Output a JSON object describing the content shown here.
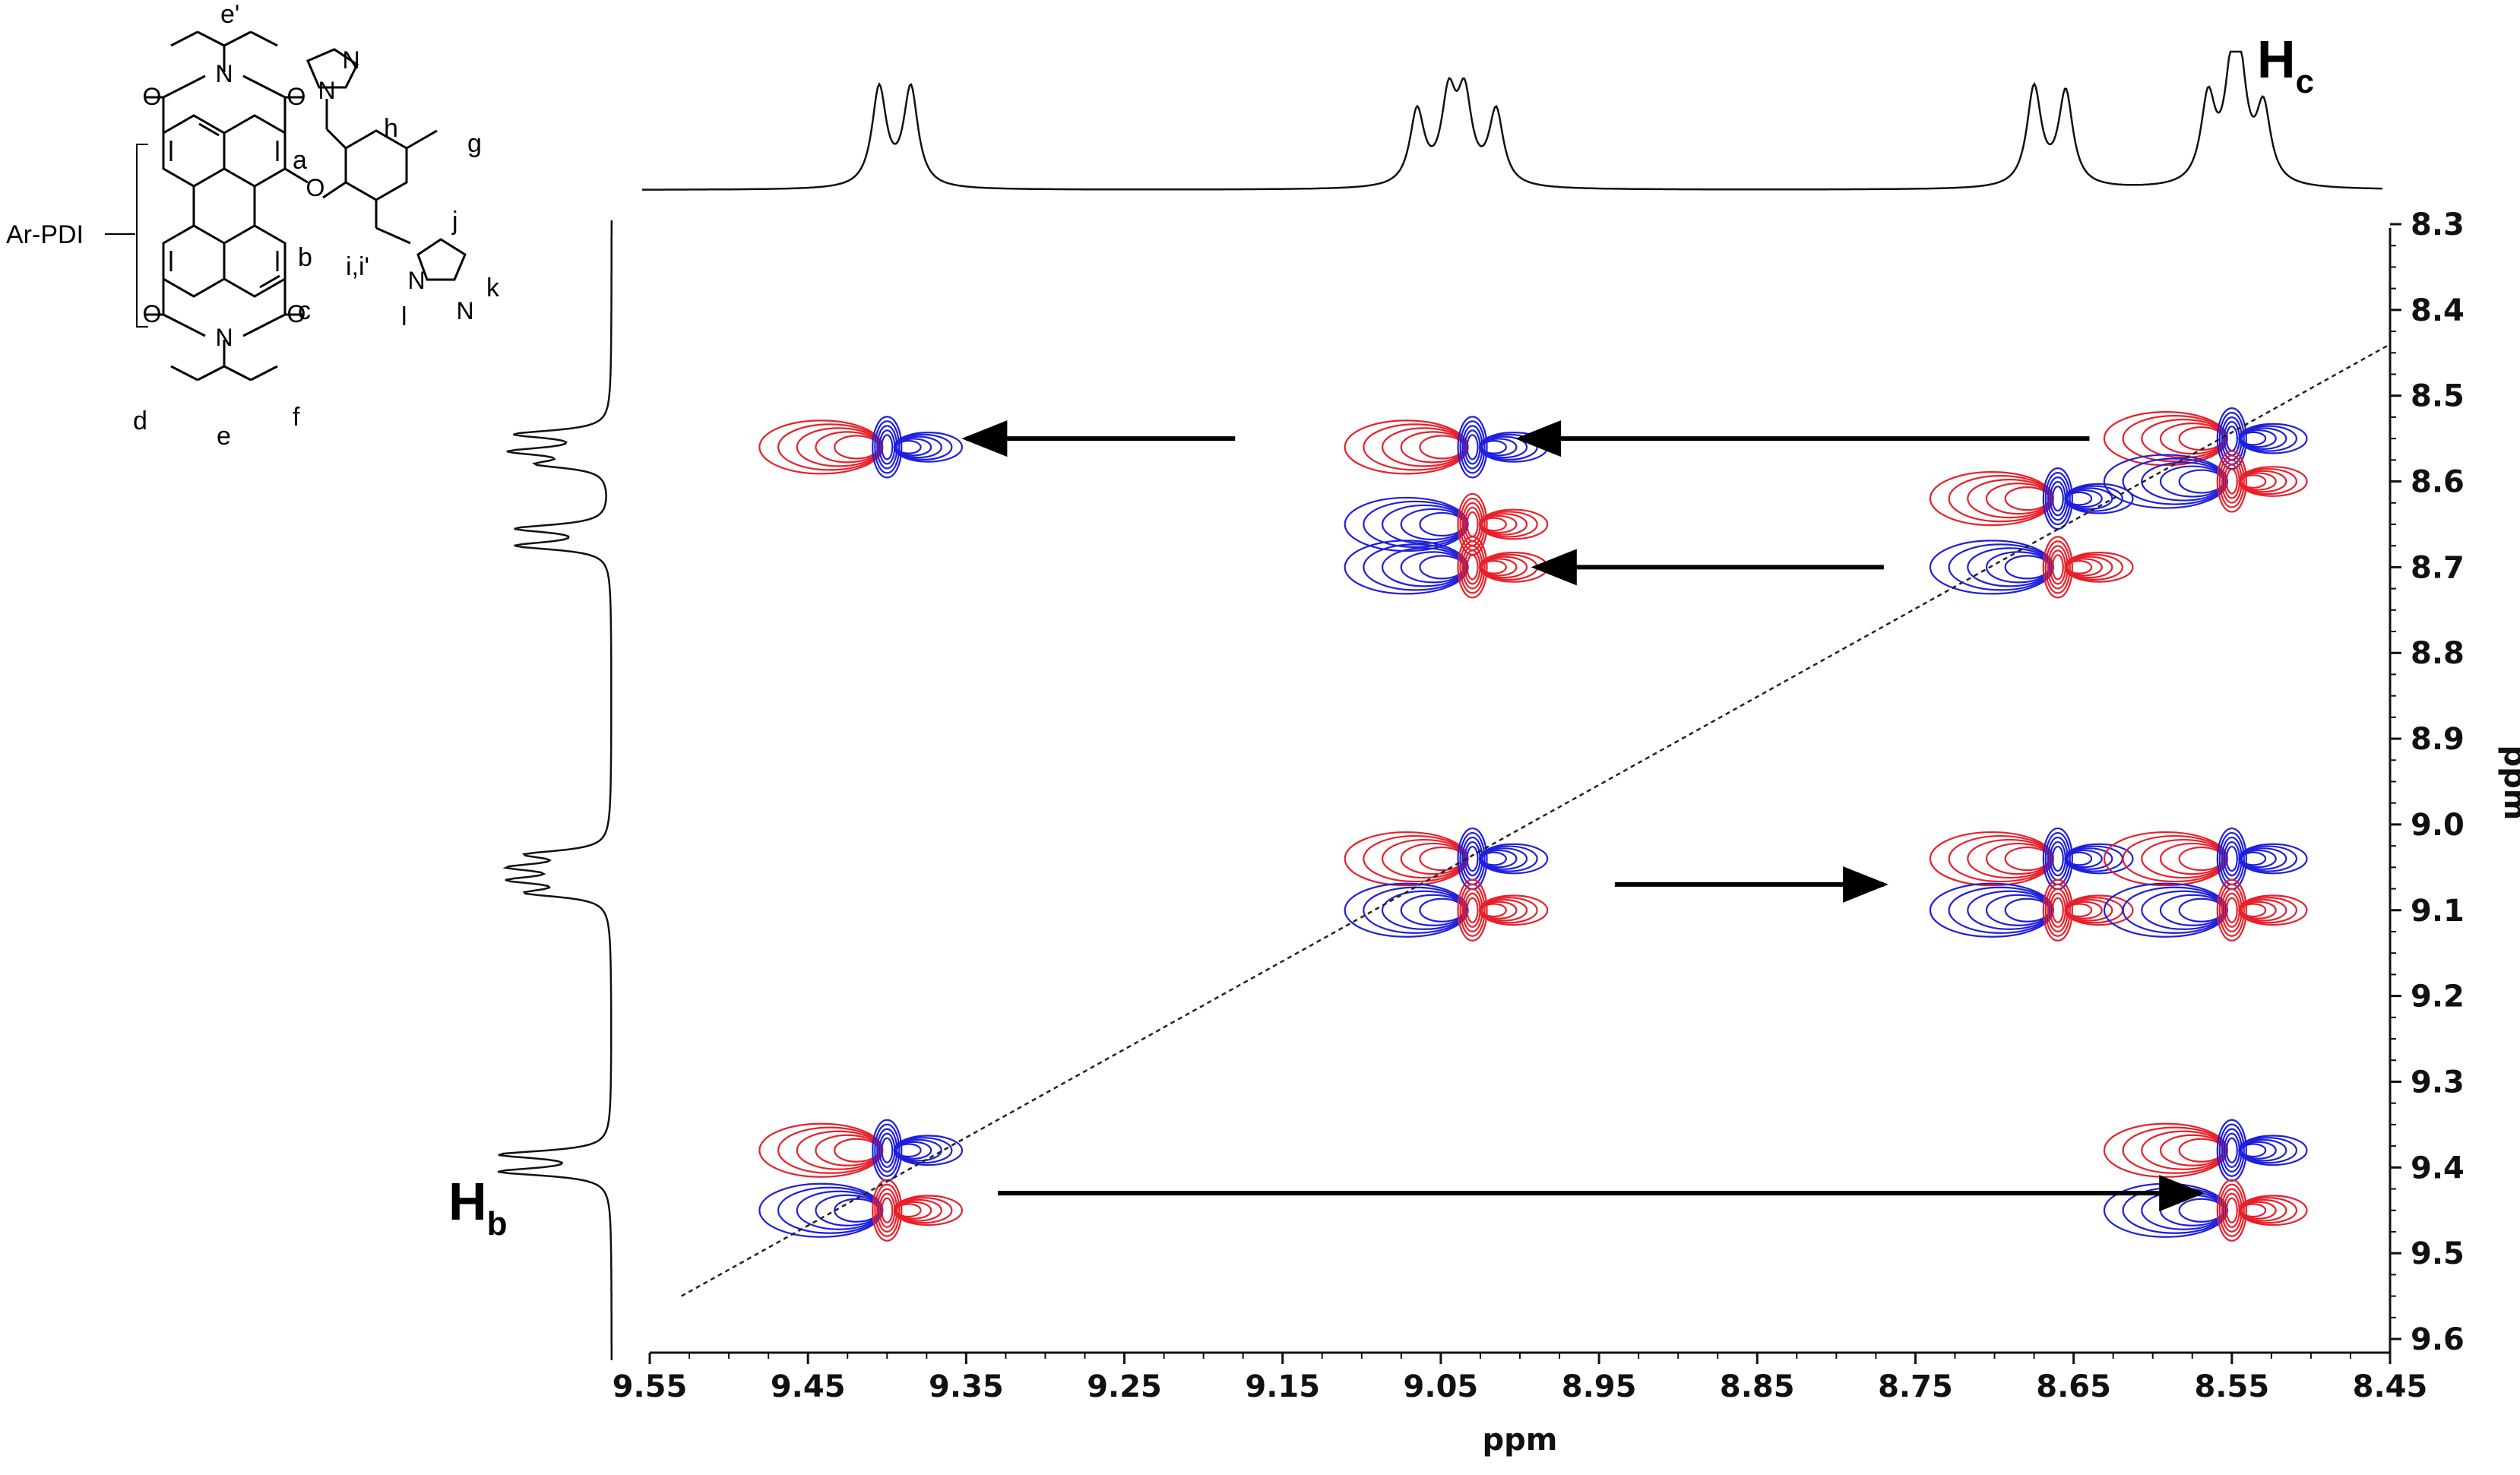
{
  "chart_data": {
    "type": "2D NMR contour map",
    "xlabel": "ppm",
    "ylabel": "ppm",
    "x_ticks": [
      "9.55",
      "9.45",
      "9.35",
      "9.25",
      "9.15",
      "9.05",
      "8.95",
      "8.85",
      "8.75",
      "8.65",
      "8.55",
      "8.45"
    ],
    "y_ticks": [
      "8.3",
      "8.4",
      "8.5",
      "8.6",
      "8.7",
      "8.8",
      "8.9",
      "9.0",
      "9.1",
      "9.2",
      "9.3",
      "9.4",
      "9.5",
      "9.6"
    ],
    "xlim": [
      9.55,
      8.45
    ],
    "ylim": [
      8.3,
      9.6
    ],
    "diagonal": {
      "from": [
        9.53,
        9.55
      ],
      "to": [
        8.45,
        8.44
      ]
    },
    "peak_labels": {
      "top": "H",
      "top_sub": "c",
      "left": "H",
      "left_sub": "b"
    },
    "projection_peaks_ppm": [
      9.395,
      9.05,
      8.66,
      8.55
    ],
    "cross_peaks": [
      {
        "x": 9.4,
        "y": 8.56,
        "type": "small"
      },
      {
        "x": 9.03,
        "y": 8.56,
        "type": "multi"
      },
      {
        "x": 9.03,
        "y": 8.65,
        "type": "multi"
      },
      {
        "x": 9.03,
        "y": 8.7,
        "type": "multi"
      },
      {
        "x": 8.66,
        "y": 8.62,
        "type": "multi"
      },
      {
        "x": 8.66,
        "y": 8.7,
        "type": "multi"
      },
      {
        "x": 8.55,
        "y": 8.55,
        "type": "diagonal"
      },
      {
        "x": 8.55,
        "y": 8.6,
        "type": "diagonal"
      },
      {
        "x": 9.03,
        "y": 9.04,
        "type": "diagonal"
      },
      {
        "x": 9.03,
        "y": 9.1,
        "type": "diagonal"
      },
      {
        "x": 8.66,
        "y": 9.04,
        "type": "multi"
      },
      {
        "x": 8.66,
        "y": 9.1,
        "type": "multi"
      },
      {
        "x": 8.55,
        "y": 9.04,
        "type": "multi"
      },
      {
        "x": 8.55,
        "y": 9.1,
        "type": "multi"
      },
      {
        "x": 9.4,
        "y": 9.38,
        "type": "diagonal"
      },
      {
        "x": 9.4,
        "y": 9.45,
        "type": "diagonal"
      },
      {
        "x": 8.55,
        "y": 9.38,
        "type": "small"
      },
      {
        "x": 8.55,
        "y": 9.45,
        "type": "small"
      }
    ],
    "arrows": [
      {
        "from": [
          9.18,
          8.55
        ],
        "to": [
          9.35,
          8.55
        ]
      },
      {
        "from": [
          8.64,
          8.55
        ],
        "to": [
          9.0,
          8.55
        ]
      },
      {
        "from": [
          8.77,
          8.7
        ],
        "to": [
          8.99,
          8.7
        ]
      },
      {
        "from": [
          8.94,
          9.07
        ],
        "to": [
          8.77,
          9.07
        ]
      },
      {
        "from": [
          9.33,
          9.43
        ],
        "to": [
          8.57,
          9.43
        ]
      }
    ],
    "colors": {
      "positive": "#e8202a",
      "negative": "#1f1fdc",
      "axis": "#111111",
      "arrow": "#000000"
    }
  },
  "structure": {
    "labels": [
      "e'",
      "a",
      "b",
      "c",
      "d",
      "e",
      "f",
      "g",
      "h",
      "i,i'",
      "j",
      "k",
      "l"
    ],
    "bracket_label": "Ar-PDI",
    "atoms": [
      "O",
      "O",
      "O",
      "O",
      "N",
      "N",
      "O",
      "N",
      "N",
      "N",
      "N"
    ]
  }
}
